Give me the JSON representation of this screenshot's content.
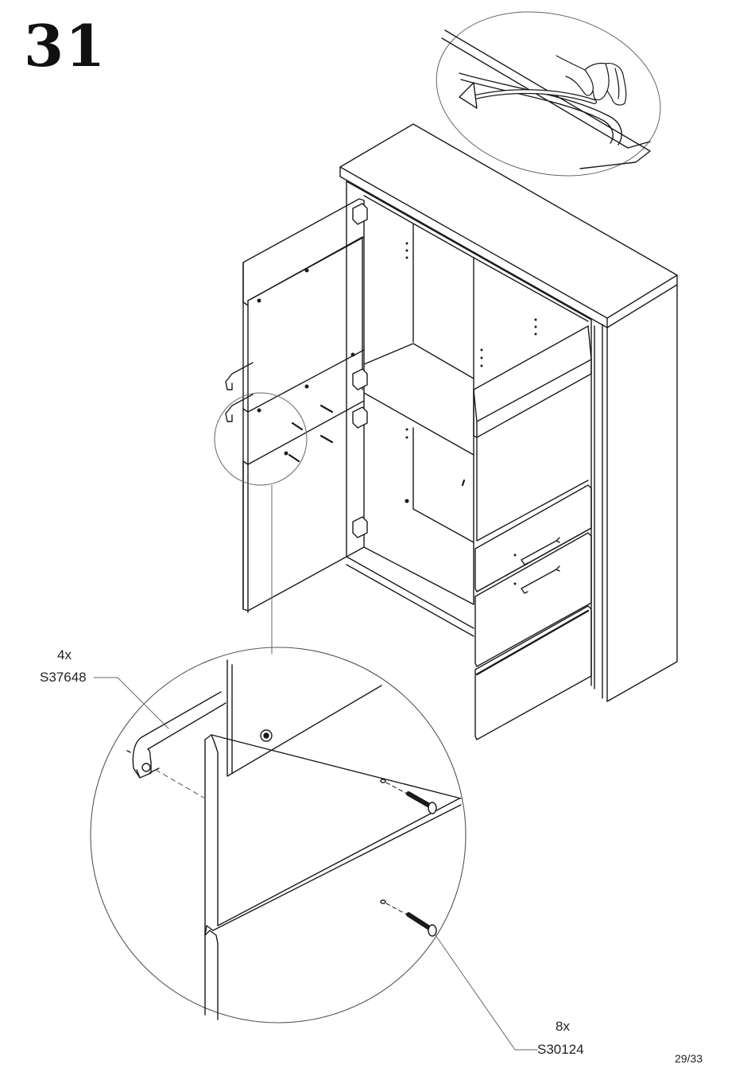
{
  "step": {
    "number": "31"
  },
  "parts": [
    {
      "quantity": "4x",
      "code": "S37648"
    },
    {
      "quantity": "8x",
      "code": "S30124"
    }
  ],
  "page": {
    "number": "29/33"
  },
  "icons": [
    "hand-peel-film-icon",
    "curved-arrow-icon",
    "handle-icon",
    "screw-icon"
  ]
}
